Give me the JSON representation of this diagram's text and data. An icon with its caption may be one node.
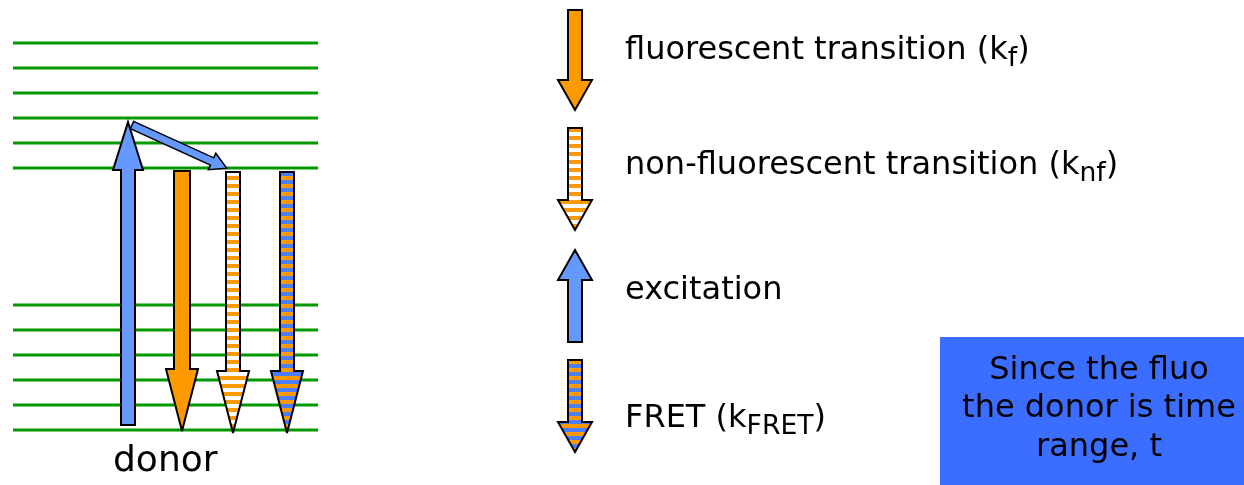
{
  "diagram": {
    "nodes": [
      {
        "text": [
          "Since the fluo the donor is time range, t"
        ]
      }
    ],
    "labels": [
      "donor"
    ],
    "legend": [
      {
        "text": "fluorescent transition (k$_{f}$)"
      },
      {
        "text": "non-fluorescent transition (k$_{nf}$)"
      },
      {
        "text": "excitation"
      },
      {
        "text": "FRET (k$_{FRET}$)"
      }
    ]
  }
}
